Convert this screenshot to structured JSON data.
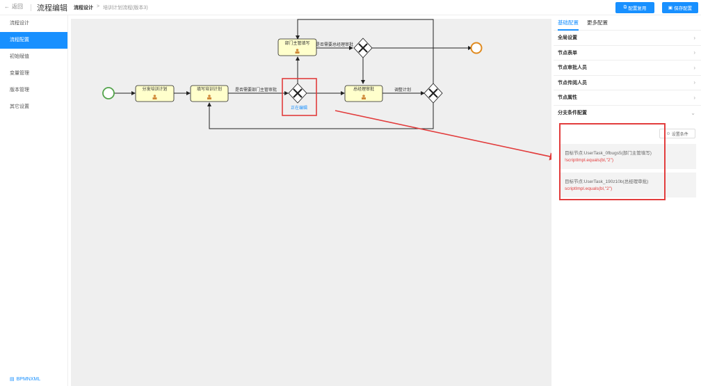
{
  "topbar": {
    "back_label": "返回",
    "title": "流程编辑",
    "breadcrumb_current": "流程设计",
    "breadcrumb_separator": ">",
    "breadcrumb_item": "培训计划流程(版本3)",
    "apply_label": "配置复用",
    "save_label": "保存配置"
  },
  "sidebar": {
    "items": [
      {
        "label": "流程设计"
      },
      {
        "label": "流程配置"
      },
      {
        "label": "初始赋值"
      },
      {
        "label": "变量管理"
      },
      {
        "label": "版本管理"
      },
      {
        "label": "其它设置"
      }
    ],
    "footer_label": "BPMNXML"
  },
  "diagram": {
    "tasks": [
      {
        "label": "分发培训计划"
      },
      {
        "label": "填写培训计划"
      },
      {
        "label": "部门主管填写"
      },
      {
        "label": "总经理审批"
      }
    ],
    "flows": {
      "to_dept_gateway": "是否需要部门主管审批",
      "to_gm_gateway": "是否需要总经理审批",
      "adjust_plan": "调整计划"
    },
    "editing_label": "正在编辑"
  },
  "panel": {
    "tabs": [
      {
        "label": "基础配置"
      },
      {
        "label": "更多配置"
      }
    ],
    "sections": [
      {
        "label": "全局设置"
      },
      {
        "label": "节点表单"
      },
      {
        "label": "节点审批人员"
      },
      {
        "label": "节点传阅人员"
      },
      {
        "label": "节点属性"
      },
      {
        "label": "分支条件配置"
      }
    ],
    "set_condition_label": "设置条件",
    "conditions": [
      {
        "target": "目标节点:UserTask_0fbugs5(部门主管填写)",
        "expr": "!scriptImpl.equals(bl,\"2\")"
      },
      {
        "target": "目标节点:UserTask_190z10b(总经理审批)",
        "expr": "scriptImpl.equals(bl,\"2\")"
      }
    ]
  },
  "colors": {
    "accent": "#1890ff",
    "highlight": "#e23c3c",
    "task_fill": "#ffffcc",
    "start_event": "#52a34a",
    "end_event": "#e08a1e"
  }
}
